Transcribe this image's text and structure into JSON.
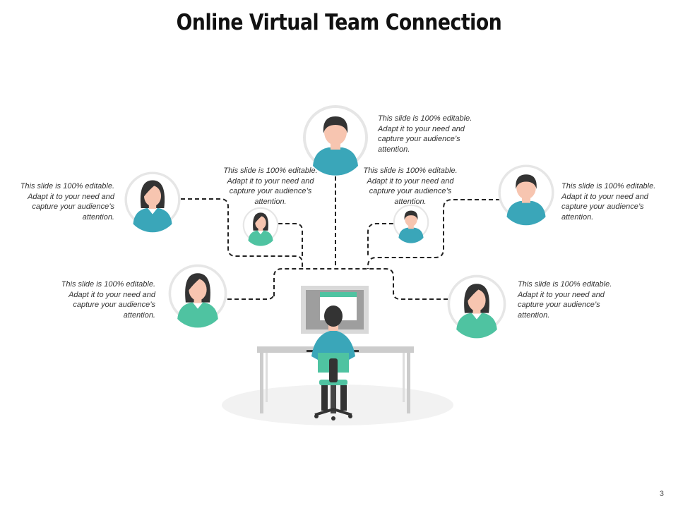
{
  "slide": {
    "title": "Online Virtual Team Connection",
    "page_number": "3"
  },
  "captions": {
    "top_center": "This slide is 100% editable. Adapt it to your need and capture your audience’s attention.",
    "inner_left": "This slide is 100% editable. Adapt it to your need and capture your audience’s attention.",
    "inner_right": "This slide is 100% editable. Adapt it to your need and capture your audience’s attention.",
    "upper_left": "This slide is 100% editable. Adapt it to your need and capture your audience’s attention.",
    "upper_right": "This slide is 100% editable. Adapt it to your need and capture your audience’s attention.",
    "lower_left": "This slide is 100% editable. Adapt it to your need and capture your audience’s attention.",
    "lower_right": "This slide is 100% editable. Adapt it to your need and capture your audience’s attention."
  },
  "colors": {
    "teal": "#3aa6b9",
    "mint": "#4fc3a1",
    "skin": "#f7c5b0",
    "hair": "#333333",
    "circle_fill": "#ffffff",
    "circle_ring": "#e4e4e4",
    "desk": "#cccccc",
    "floor": "#f2f2f2",
    "connector": "#222222"
  }
}
